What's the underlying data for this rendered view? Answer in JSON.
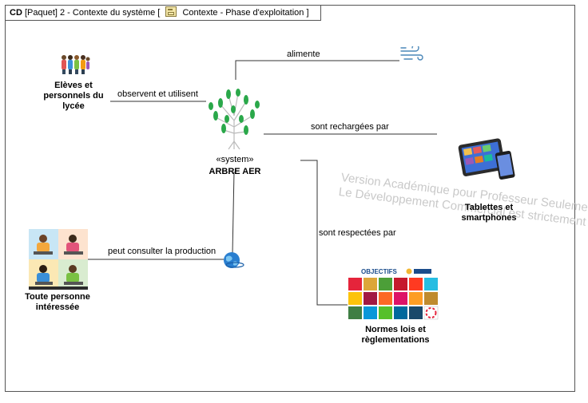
{
  "frame": {
    "kind": "CD",
    "package": "[Paquet]",
    "title": "2 - Contexte du système",
    "bracket_open": "[",
    "context": "Contexte - Phase d'exploitation",
    "bracket_close": "]"
  },
  "system": {
    "stereotype": "«system»",
    "name": "ARBRE AER"
  },
  "actors": {
    "students": {
      "name_line1": "Elèves et",
      "name_line2": "personnels du",
      "name_line3": "lycée"
    },
    "tablets": {
      "name_line1": "Tablettes et",
      "name_line2": "smartphones"
    },
    "public": {
      "name_line1": "Toute personne",
      "name_line2": "intéressée"
    },
    "norms": {
      "name_line1": "Normes lois et",
      "name_line2": "règlementations",
      "logo_text": "OBJECTIFS"
    }
  },
  "relations": {
    "wind": "alimente",
    "students": "observent et utilisent",
    "tablets": "sont rechargées par",
    "public": "peut consulter la production",
    "norms": "sont respectées par"
  },
  "watermark": {
    "line1": "Version Académique pour Professeur Seulement",
    "line2": "Le Développement Commercial est strictement"
  },
  "colors": {
    "line": "#333333",
    "tree_leaf": "#2aa84a",
    "tablet": "#2b2b2b",
    "globe": "#2a7fd0"
  },
  "icons": [
    "people-icon",
    "tree-icon",
    "wind-icon",
    "tablet-icon",
    "people-at-computers-icon",
    "globe-icon",
    "sdg-grid-icon"
  ]
}
